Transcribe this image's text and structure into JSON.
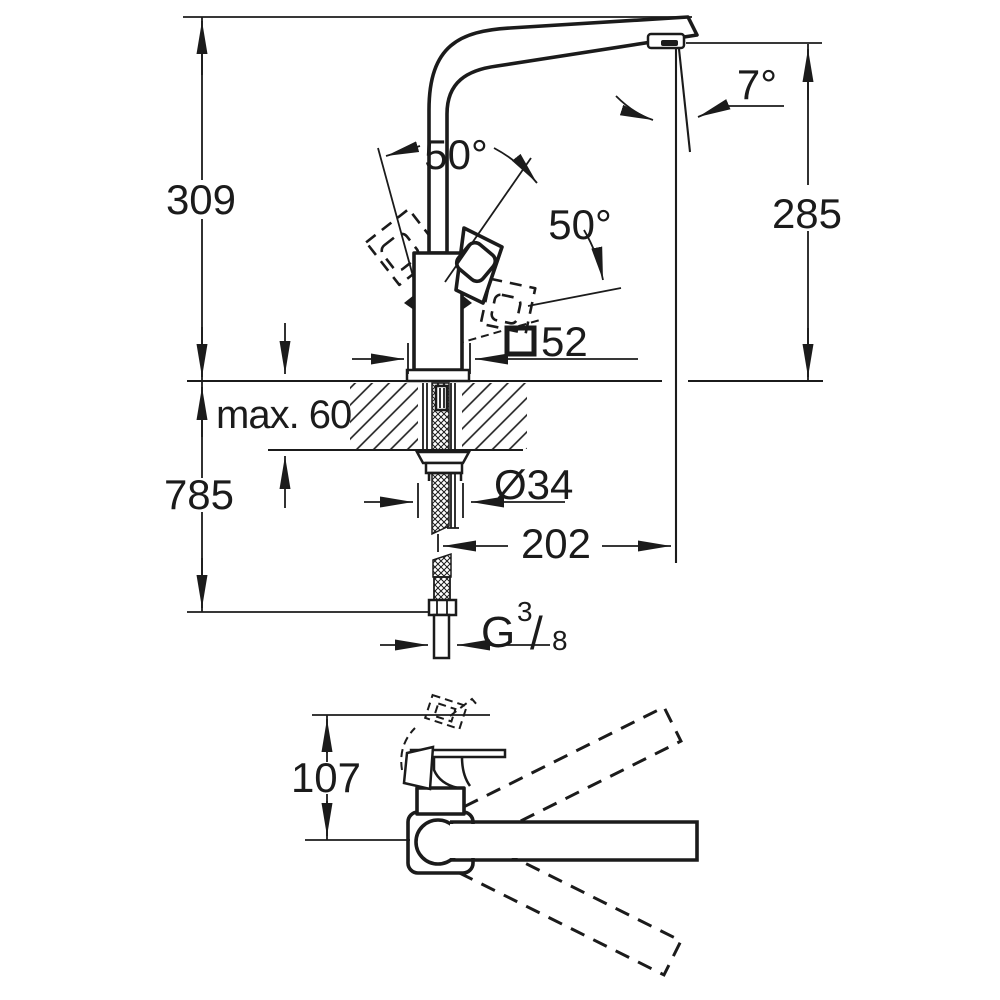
{
  "drawing_labels": {
    "height_to_spout_top": "309",
    "swivel_angle_left": "50°",
    "swivel_angle_right": "50°",
    "spray_angle": "7°",
    "height_to_outlet": "285",
    "body_square_size": "52",
    "countertop_max_thickness": "max. 60",
    "hose_length_below": "785",
    "mounting_hole_diameter": "Ø34",
    "spout_reach": "202",
    "thread": {
      "prefix": "G",
      "numerator": "3",
      "slash": "/",
      "denominator": "8"
    },
    "top_view_offset": "107"
  },
  "colors": {
    "ink": "#1b1b1b",
    "background": "#ffffff"
  }
}
